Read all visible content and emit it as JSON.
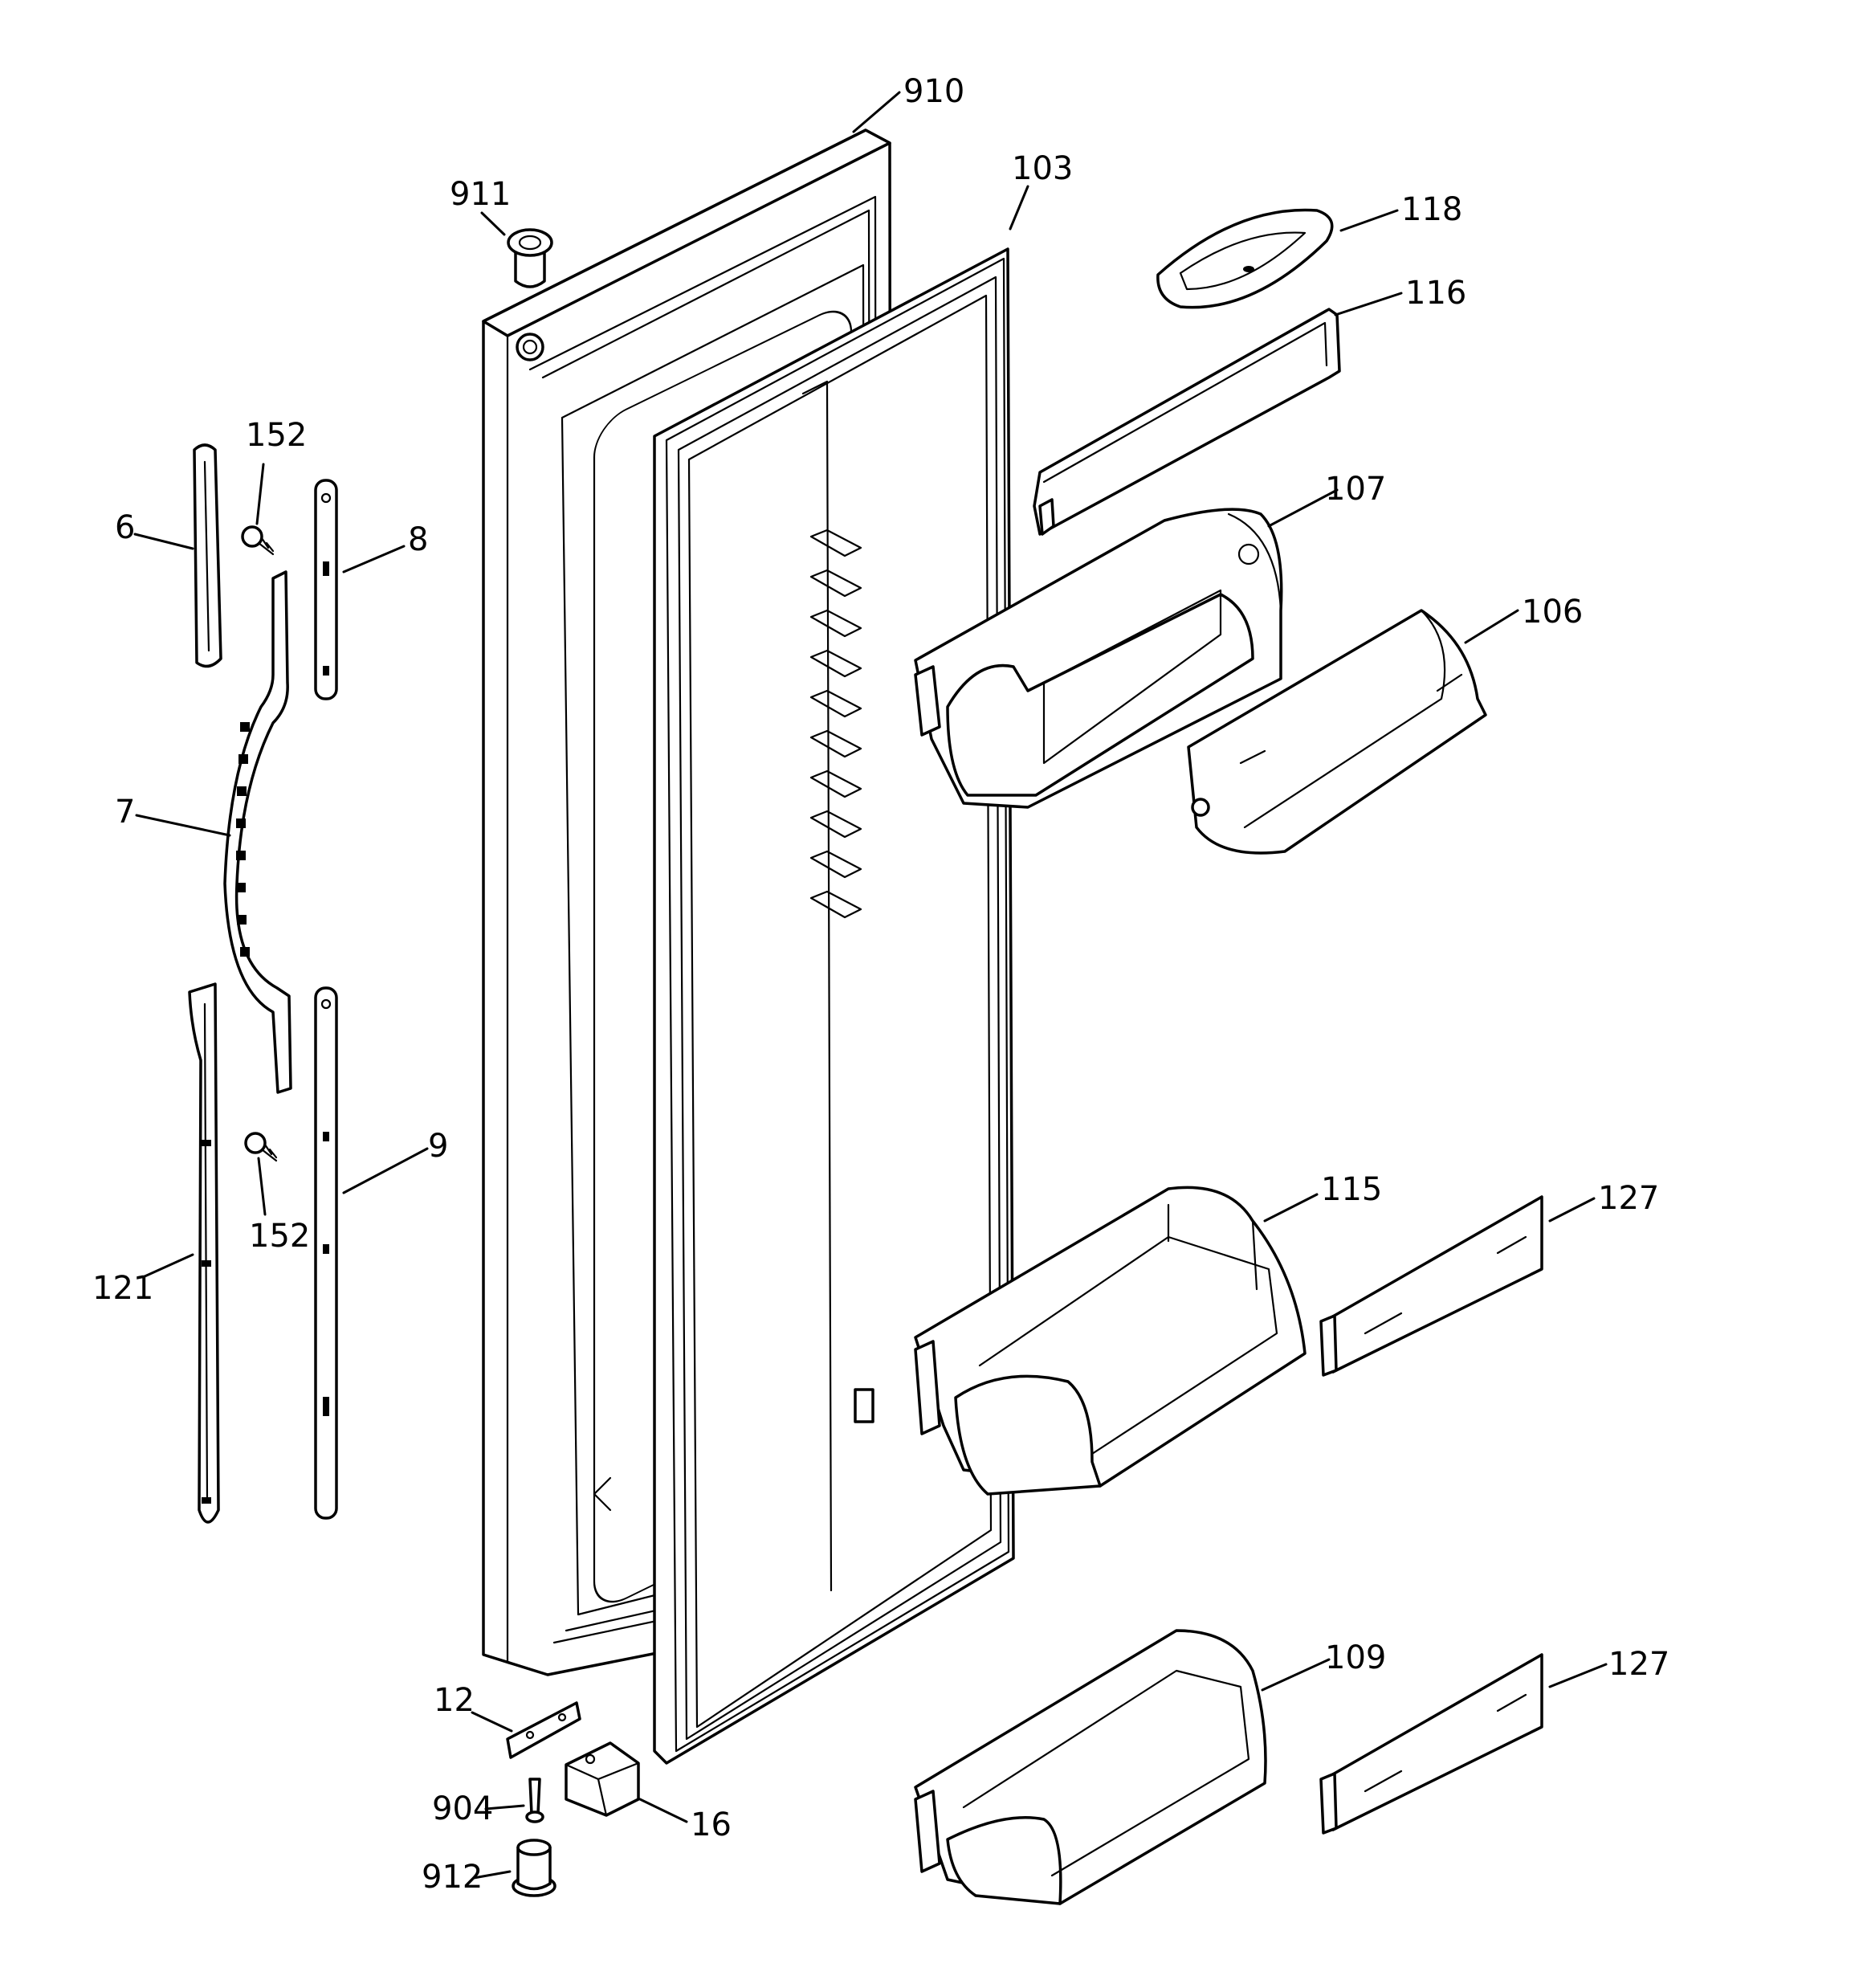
{
  "callouts": {
    "c910": "910",
    "c911": "911",
    "c103": "103",
    "c118": "118",
    "c116": "116",
    "c152a": "152",
    "c6": "6",
    "c8": "8",
    "c107": "107",
    "c106": "106",
    "c7": "7",
    "c9": "9",
    "c152b": "152",
    "c121": "121",
    "c115": "115",
    "c127a": "127",
    "c109": "109",
    "c127b": "127",
    "c12": "12",
    "c904": "904",
    "c16": "16",
    "c912": "912"
  }
}
